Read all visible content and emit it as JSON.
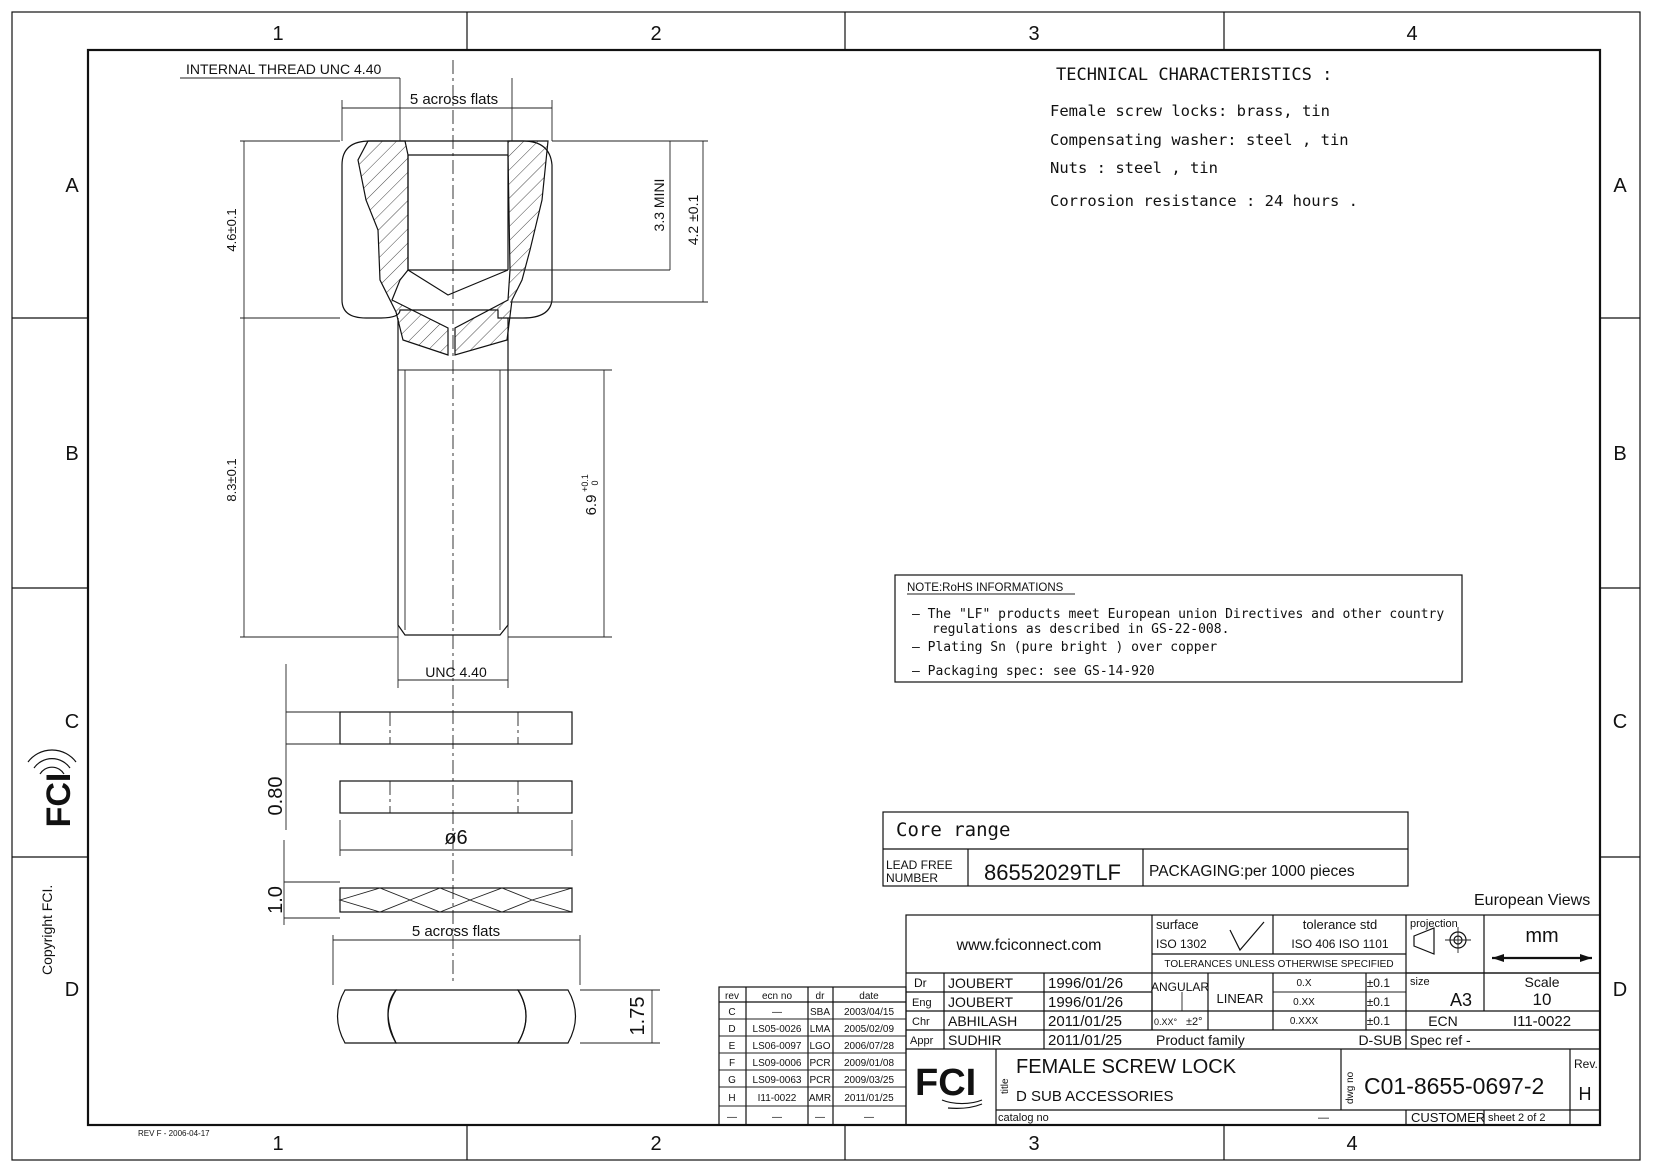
{
  "grid": {
    "columns": [
      "1",
      "2",
      "3",
      "4"
    ],
    "rows": [
      "A",
      "B",
      "C",
      "D"
    ]
  },
  "drawing_labels": {
    "internal_thread": "INTERNAL THREAD UNC 4.40",
    "across_flats_top": "5  across flats",
    "dim_46": "4.6±0.1",
    "dim_33": "3.3 MINI",
    "dim_42": "4.2 ±0.1",
    "dim_83": "8.3±0.1",
    "dim_69": "6.9",
    "dim_69_tol_upper": "+0.1",
    "dim_69_tol_lower": "0",
    "unc": "UNC 4.40",
    "dim_080": "0.80",
    "dia6": "ø6",
    "dim_10": "1.0",
    "across_flats_nut": "5  across flats",
    "dim_175": "1.75"
  },
  "technical": {
    "heading": "TECHNICAL CHARACTERISTICS :",
    "lines": [
      "Female screw locks: brass, tin",
      "Compensating washer: steel , tin",
      "Nuts : steel , tin",
      "Corrosion resistance : 24 hours ."
    ]
  },
  "note": {
    "heading": "NOTE:RoHS INFORMATIONS",
    "items": [
      "— The \"LF\" products meet European union Directives and other country",
      "regulations as described in GS-22-008.",
      "— Plating Sn (pure bright ) over copper",
      "— Packaging spec: see GS-14-920"
    ]
  },
  "core": {
    "title": "Core range",
    "lead_free_1": "LEAD FREE",
    "lead_free_2": "NUMBER",
    "part_number": "86552029TLF",
    "packaging": "PACKAGING:per 1000 pieces"
  },
  "european_views": "European Views",
  "title_block": {
    "website": "www.fciconnect.com",
    "surface_label": "surface",
    "surface_value": "ISO 1302",
    "tolerance_label": "tolerance std",
    "tolerance_value": "ISO 406  ISO 1101",
    "tolerances_unless": "TOLERANCES UNLESS OTHERWISE SPECIFIED",
    "projection": "projection",
    "units": "mm",
    "angular": "ANGULAR",
    "linear": "LINEAR",
    "ang_fmt": "0.XX°",
    "ang_tol": "±2°",
    "lin_rows": [
      {
        "fmt": "0.X",
        "tol": "±0.1"
      },
      {
        "fmt": "0.XX",
        "tol": "±0.1"
      },
      {
        "fmt": "0.XXX",
        "tol": "±0.1"
      }
    ],
    "size_label": "size",
    "size_value": "A3",
    "scale_label": "Scale",
    "scale_value": "10",
    "ecn_label": "ECN",
    "ecn_value": "I11-0022",
    "signatures": [
      {
        "role": "Dr",
        "name": "JOUBERT",
        "date": "1996/01/26"
      },
      {
        "role": "Eng",
        "name": "JOUBERT",
        "date": "1996/01/26"
      },
      {
        "role": "Chr",
        "name": "ABHILASH",
        "date": "2011/01/25"
      },
      {
        "role": "Appr",
        "name": "SUDHIR",
        "date": "2011/01/25"
      }
    ],
    "product_family_label": "Product family",
    "product_family_value": "D-SUB",
    "spec_ref": "Spec ref  -",
    "title_label": "title",
    "title_main": "FEMALE SCREW LOCK",
    "title_sub": "D SUB ACCESSORIES",
    "catalog_label": "catalog no",
    "catalog_value": "—",
    "dwg_label": "dwg no",
    "dwg_no": "C01-8655-0697-2",
    "rev_label": "Rev.",
    "rev_value": "H",
    "customer": "CUSTOMER",
    "sheet": "sheet  2  of  2",
    "logo": "FCI"
  },
  "revisions": {
    "headers": [
      "rev",
      "ecn no",
      "dr",
      "date"
    ],
    "rows": [
      [
        "C",
        "—",
        "SBA",
        "2003/04/15"
      ],
      [
        "D",
        "LS05-0026",
        "LMA",
        "2005/02/09"
      ],
      [
        "E",
        "LS06-0097",
        "LGO",
        "2006/07/28"
      ],
      [
        "F",
        "LS09-0006",
        "PCR",
        "2009/01/08"
      ],
      [
        "G",
        "LS09-0063",
        "PCR",
        "2009/03/25"
      ],
      [
        "H",
        "I11-0022",
        "AMR",
        "2011/01/25"
      ],
      [
        "—",
        "—",
        "—",
        "—"
      ]
    ]
  },
  "side": {
    "copyright": "Copyright FCI.",
    "logo": "FCI"
  },
  "rev_footer": "REV F - 2006-04-17"
}
